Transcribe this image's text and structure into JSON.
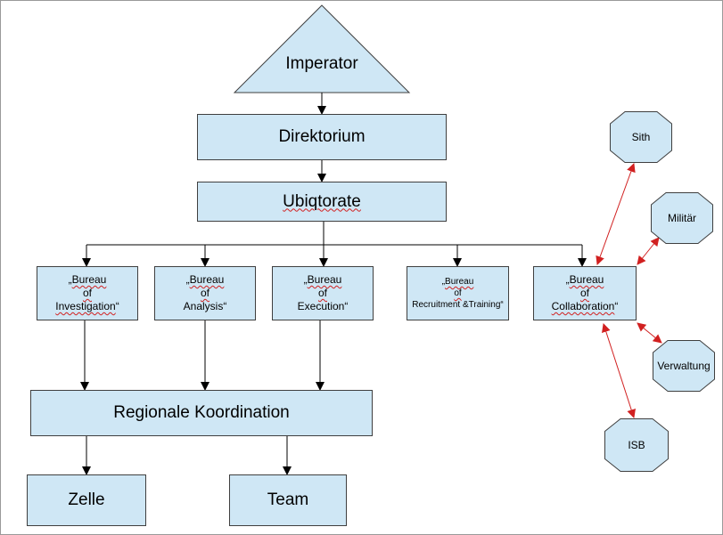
{
  "top": {
    "label": "Imperator"
  },
  "level1": {
    "label": "Direktorium"
  },
  "level2": {
    "label": "Ubiqtorate"
  },
  "bureaus": [
    {
      "quote_open": "„",
      "line1": "Bureau",
      "line2": "of",
      "line3": "Investigation",
      "quote_close": "“"
    },
    {
      "quote_open": "„",
      "line1": "Bureau",
      "line2": "of",
      "line3": "Analysis",
      "quote_close": "“"
    },
    {
      "quote_open": "„",
      "line1": "Bureau",
      "line2": "of",
      "line3": "Execution",
      "quote_close": "“"
    },
    {
      "quote_open": "„",
      "line1": "Bureau",
      "line2": "of",
      "line3": "Recruitment &Training",
      "quote_close": "“"
    },
    {
      "quote_open": "„",
      "line1": "Bureau",
      "line2": "of",
      "line3": "Collaboration",
      "quote_close": "“"
    }
  ],
  "regional": {
    "label": "Regionale Koordination"
  },
  "units": [
    {
      "label": "Zelle"
    },
    {
      "label": "Team"
    }
  ],
  "partners": [
    {
      "label": "Sith"
    },
    {
      "label": "Militär"
    },
    {
      "label": "Verwaltung"
    },
    {
      "label": "ISB"
    }
  ],
  "colors": {
    "box_fill": "#cfe7f5",
    "box_border": "#3f3f3f",
    "arrow": "#000000",
    "partner_arrow": "#d12020",
    "squiggle": "#d12020"
  }
}
